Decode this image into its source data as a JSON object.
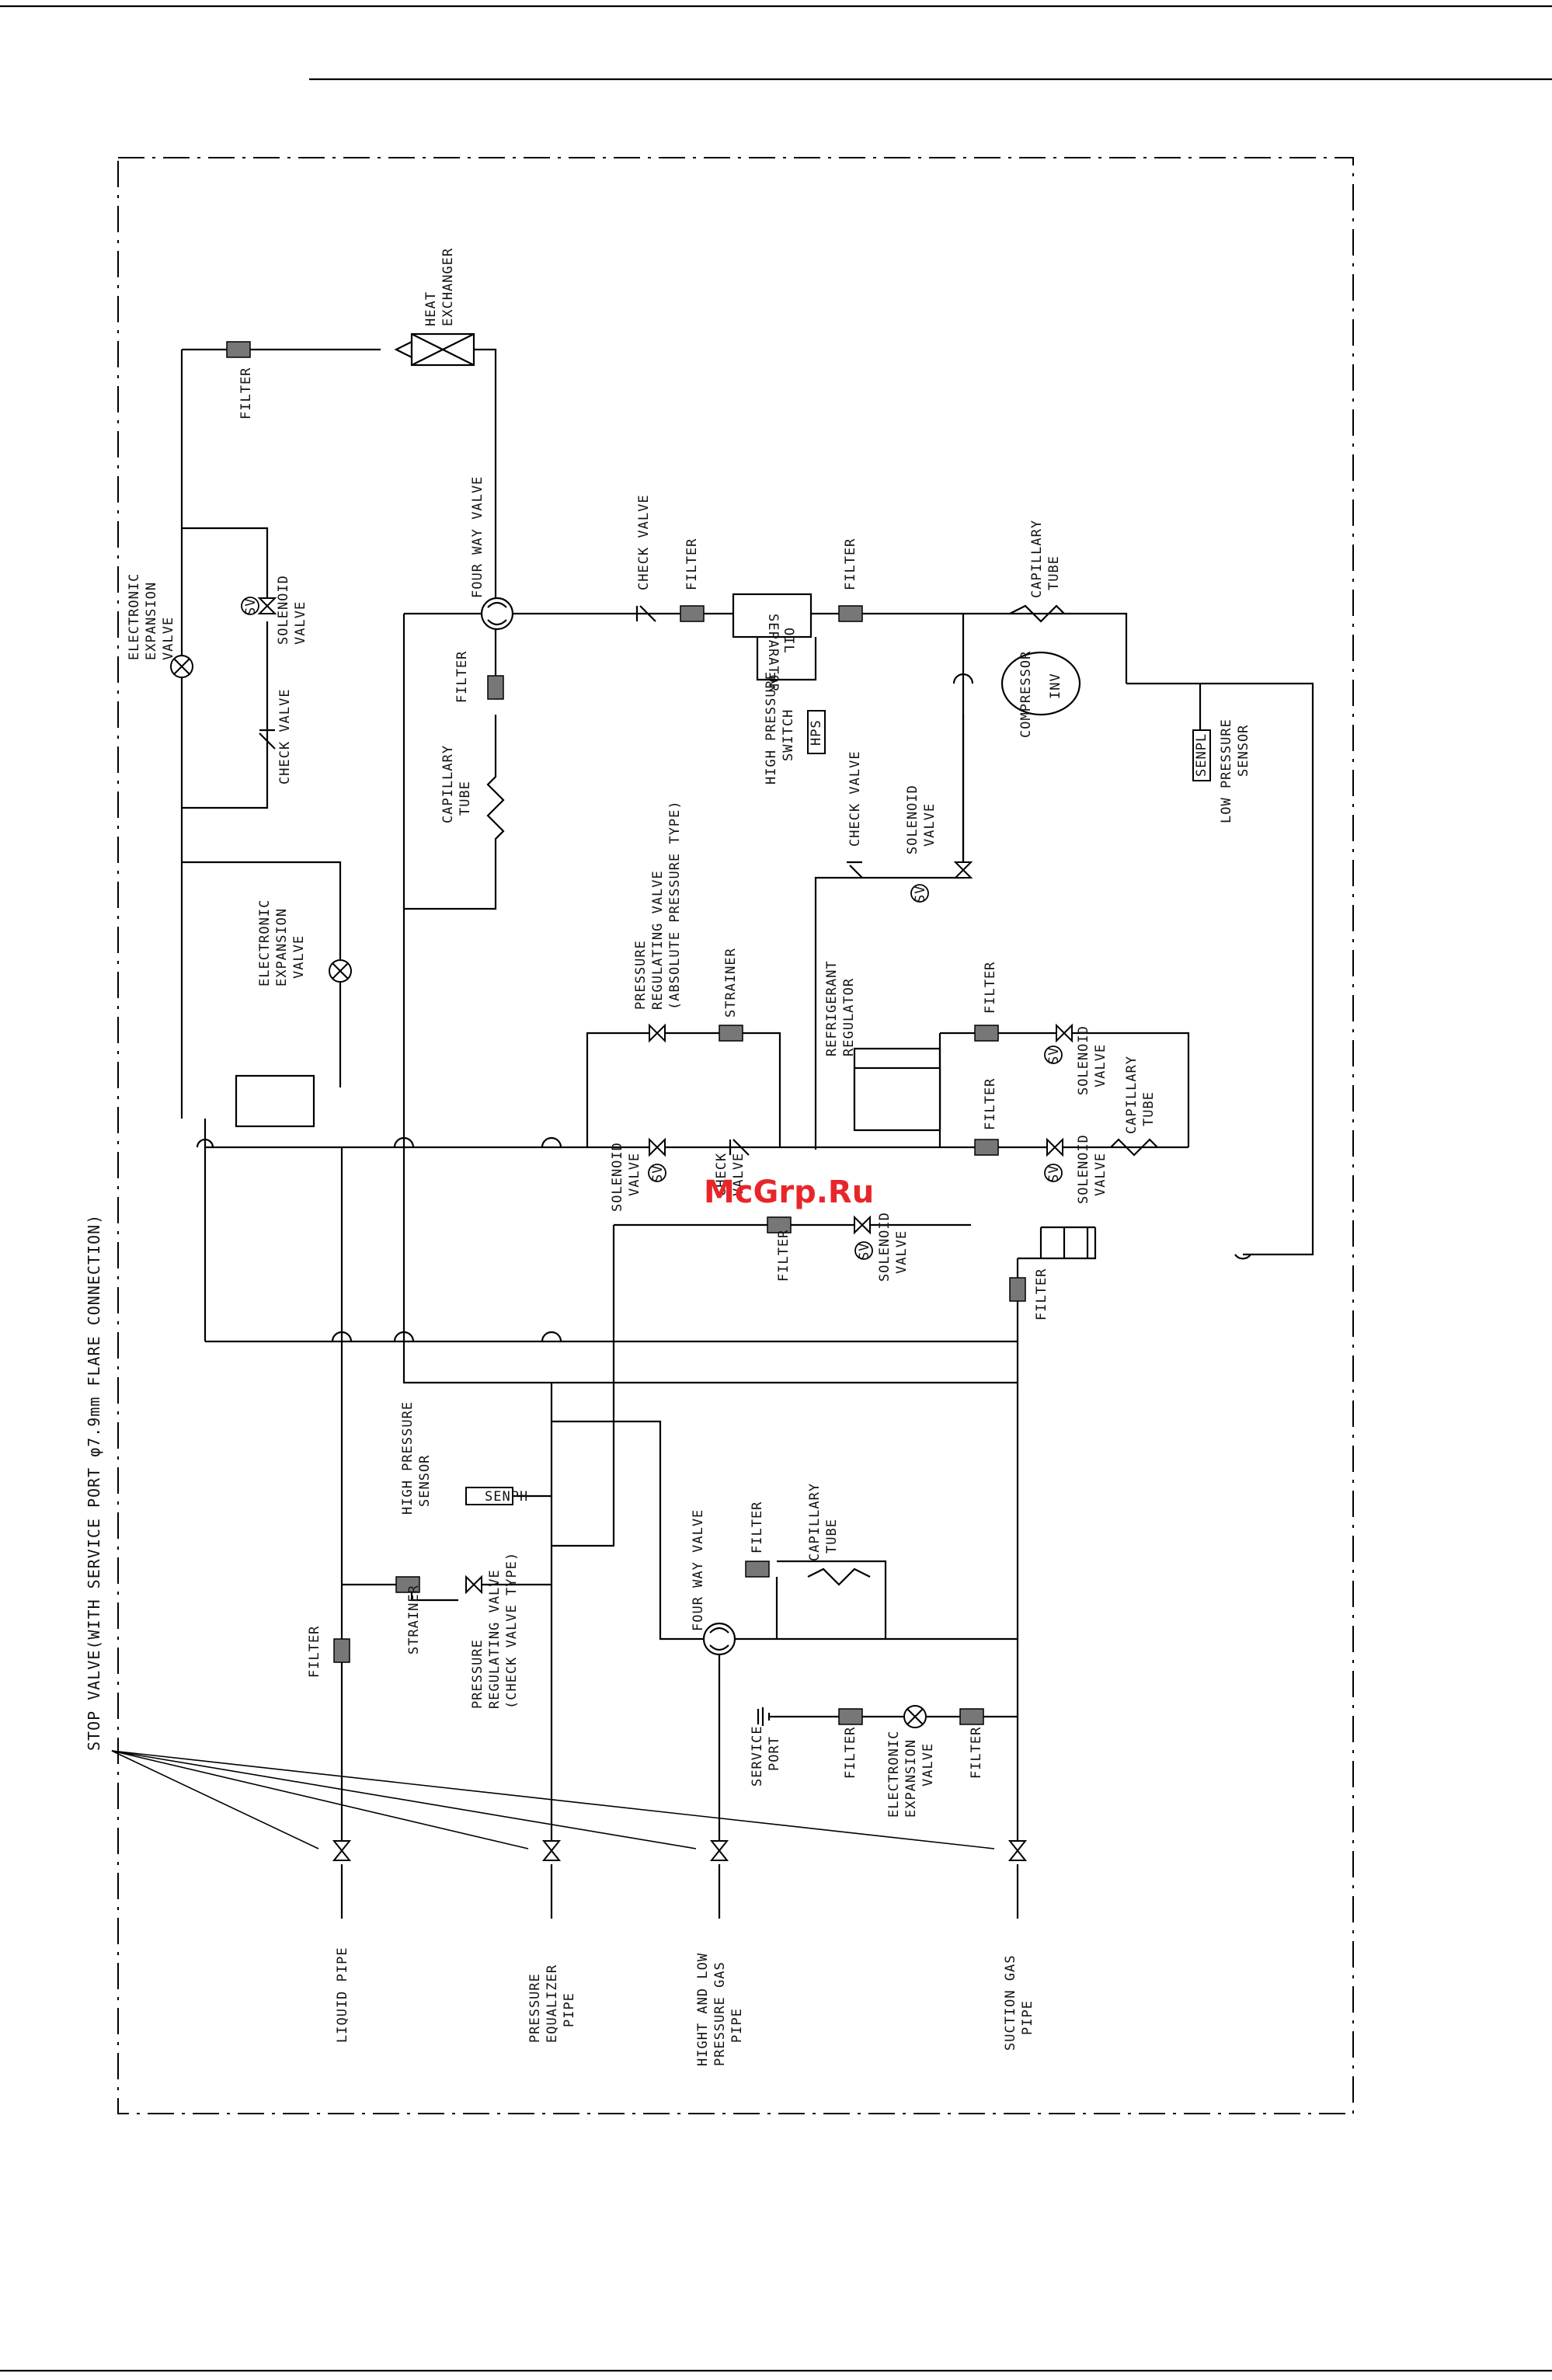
{
  "watermark": "McGrp.Ru",
  "stop_valve_note": "STOP VALVE(WITH SERVICE PORT φ7.9mm FLARE CONNECTION)",
  "pipes": {
    "liquid": "LIQUID PIPE",
    "equalizer": [
      "PRESSURE",
      "EQUALIZER",
      "PIPE"
    ],
    "high_low_gas": [
      "HIGHT AND LOW",
      "PRESSURE GAS",
      "PIPE"
    ],
    "suction_gas": [
      "SUCTION GAS",
      "PIPE"
    ]
  },
  "labels": {
    "filter": "FILTER",
    "heat_exchanger": [
      "HEAT",
      "EXCHANGER"
    ],
    "four_way_valve": "FOUR WAY VALVE",
    "electronic_expansion_valve": [
      "ELECTRONIC",
      "EXPANSION",
      "VALVE"
    ],
    "solenoid_valve": [
      "SOLENOID",
      "VALVE"
    ],
    "check_valve": "CHECK VALVE",
    "check_valve_split": [
      "CHECK",
      "VALVE"
    ],
    "capillary_tube": [
      "CAPILLARY",
      "TUBE"
    ],
    "oil_separator": [
      "OIL",
      "SEPARATOR"
    ],
    "high_pressure_switch": [
      "HIGH PRESSURE",
      "SWITCH"
    ],
    "compressor": "COMPRESSOR",
    "inv": "INV",
    "low_pressure_sensor": [
      "LOW PRESSURE",
      "SENSOR"
    ],
    "senpl": "SENPL",
    "hps": "HPS",
    "pressure_regulating_abs": [
      "PRESSURE",
      "REGULATING VALVE",
      "(ABSOLUTE PRESSURE TYPE)"
    ],
    "strainer": "STRAINER",
    "refrigerant_regulator": [
      "REFRIGERANT",
      "REGULATOR"
    ],
    "high_pressure_sensor": [
      "HIGH PRESSURE",
      "SENSOR"
    ],
    "senph": "SENPH",
    "pressure_regulating_check": [
      "PRESSURE",
      "REGULATING VALVE",
      "(CHECK VALVE TYPE)"
    ],
    "service_port": [
      "SERVICE",
      "PORT"
    ],
    "sv": "SV"
  }
}
